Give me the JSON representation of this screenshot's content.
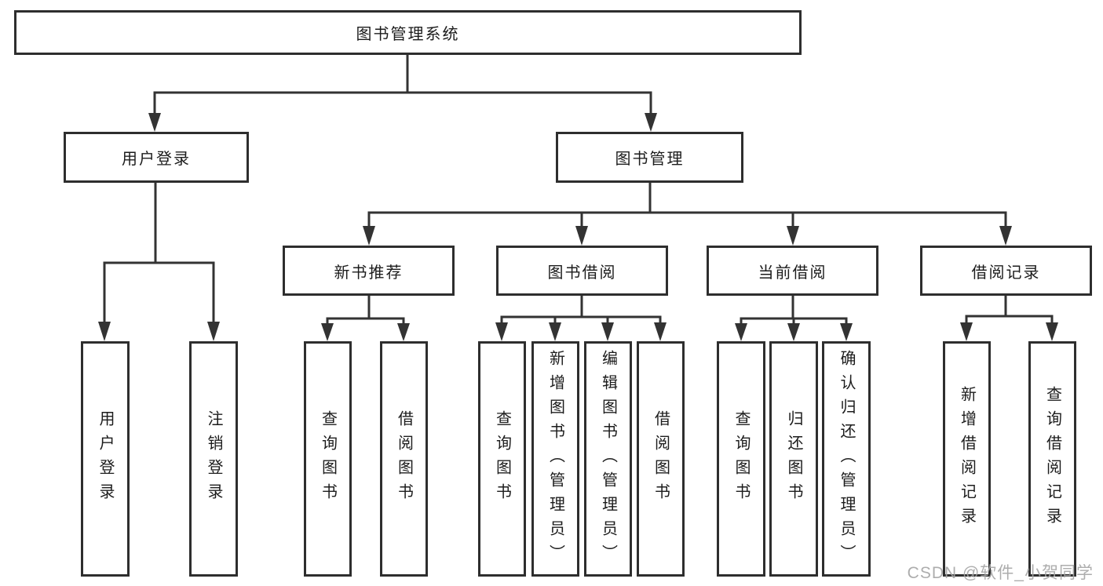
{
  "diagram": {
    "root": {
      "label": "图书管理系统"
    },
    "level2": [
      {
        "label": "用户登录"
      },
      {
        "label": "图书管理"
      }
    ],
    "level3": [
      {
        "label": "新书推荐",
        "parent": "图书管理"
      },
      {
        "label": "图书借阅",
        "parent": "图书管理"
      },
      {
        "label": "当前借阅",
        "parent": "图书管理"
      },
      {
        "label": "借阅记录",
        "parent": "图书管理"
      }
    ],
    "leaves": [
      {
        "label": "用户登录",
        "parent": "用户登录"
      },
      {
        "label": "注销登录",
        "parent": "用户登录"
      },
      {
        "label": "查询图书",
        "parent": "新书推荐"
      },
      {
        "label": "借阅图书",
        "parent": "新书推荐"
      },
      {
        "label": "查询图书",
        "parent": "图书借阅"
      },
      {
        "label": "新增图书（管理员）",
        "parent": "图书借阅"
      },
      {
        "label": "编辑图书（管理员）",
        "parent": "图书借阅"
      },
      {
        "label": "借阅图书",
        "parent": "图书借阅"
      },
      {
        "label": "查询图书",
        "parent": "当前借阅"
      },
      {
        "label": "归还图书",
        "parent": "当前借阅"
      },
      {
        "label": "确认归还（管理员）",
        "parent": "当前借阅"
      },
      {
        "label": "新增借阅记录",
        "parent": "借阅记录"
      },
      {
        "label": "查询借阅记录",
        "parent": "借阅记录"
      }
    ]
  },
  "watermark": {
    "text": "CSDN @软件_小贺同学"
  },
  "colors": {
    "background": "#ffffff",
    "box_border": "#2e2e2e",
    "connector_line": "#333333",
    "text": "#1c1c1c",
    "watermark_text": "#a5a5a5"
  }
}
